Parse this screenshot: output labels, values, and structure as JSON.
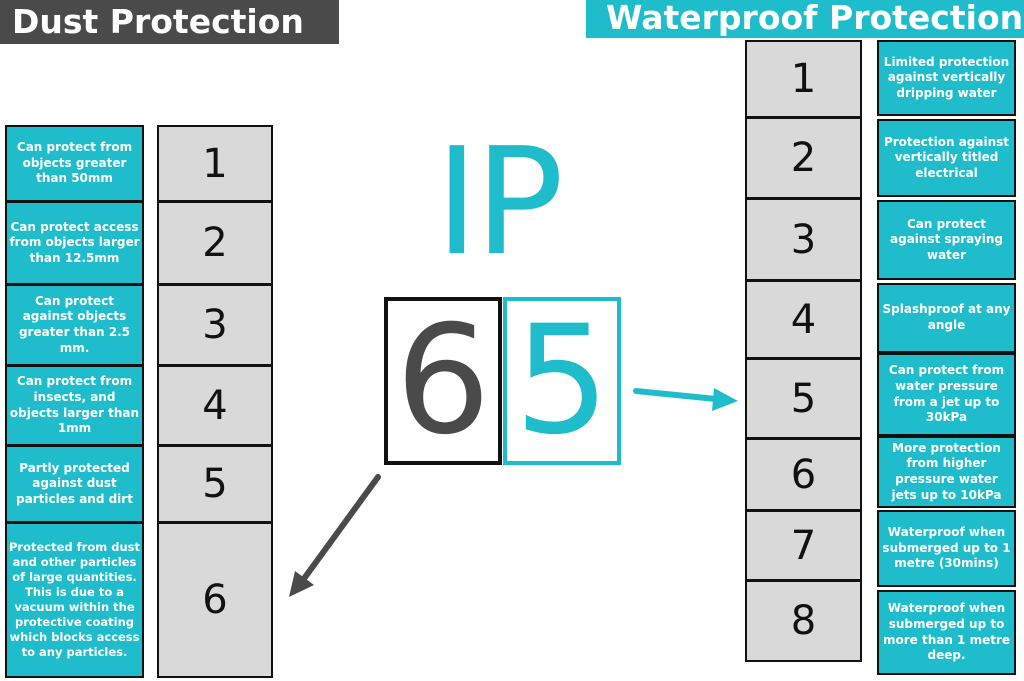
{
  "dust": {
    "title": "Dust Protection",
    "levels": [
      {
        "number": "1",
        "description": "Can protect from objects greater than 50mm"
      },
      {
        "number": "2",
        "description": "Can protect access from objects larger than 12.5mm"
      },
      {
        "number": "3",
        "description": "Can protect against objects greater than 2.5 mm."
      },
      {
        "number": "4",
        "description": "Can protect from insects, and objects larger than 1mm"
      },
      {
        "number": "5",
        "description": "Partly protected against dust particles and dirt"
      },
      {
        "number": "6",
        "description": "Protected from dust and other particles of large quantities. This is due to a vacuum within the protective coating which blocks access to any particles."
      }
    ]
  },
  "water": {
    "title": "Waterproof Protection",
    "levels": [
      {
        "number": "1",
        "description": "Limited protection against vertically dripping water"
      },
      {
        "number": "2",
        "description": "Protection against vertically titled electrical"
      },
      {
        "number": "3",
        "description": "Can protect against spraying water"
      },
      {
        "number": "4",
        "description": "Splashproof at any angle"
      },
      {
        "number": "5",
        "description": "Can protect from water pressure from a jet up to 30kPa"
      },
      {
        "number": "6",
        "description": "More protection from higher pressure water jets up to 10kPa"
      },
      {
        "number": "7",
        "description": "Waterproof when submerged up to 1 metre (30mins)"
      },
      {
        "number": "8",
        "description": "Waterproof when submerged up to more than 1 metre deep."
      }
    ]
  },
  "rating": {
    "prefix": "IP",
    "dust_digit": "6",
    "water_digit": "5"
  },
  "colors": {
    "teal": "#1fbccc",
    "dark_gray": "#4a4a4a",
    "cell_gray": "#d9d9d9"
  }
}
